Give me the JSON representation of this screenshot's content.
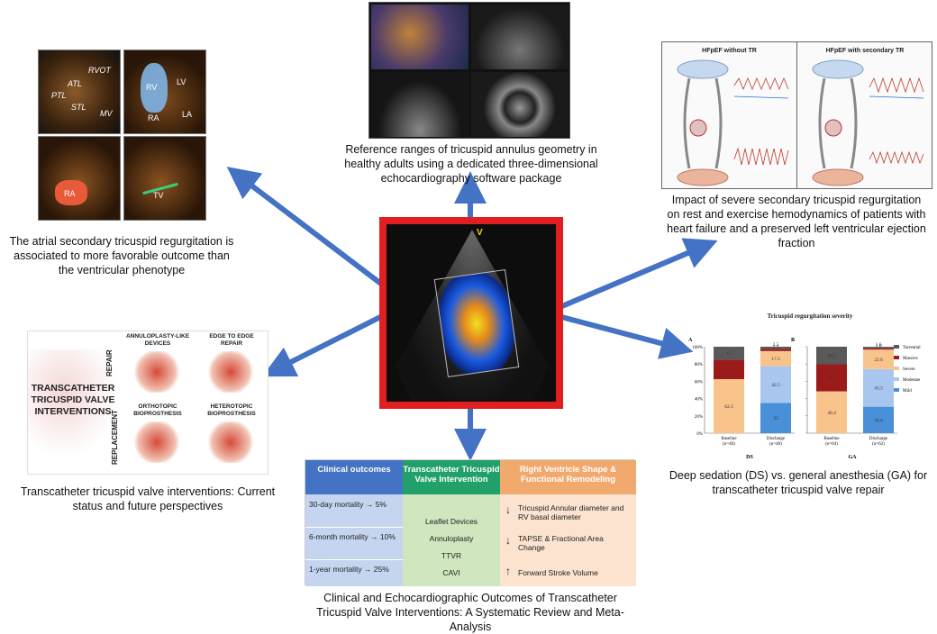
{
  "panels": {
    "top_left": {
      "caption": "The atrial secondary tricuspid regurgitation is associated to more favorable outcome than the ventricular phenotype",
      "labels": [
        "RVOT",
        "ATL",
        "PTL",
        "STL",
        "MV",
        "RV",
        "LV",
        "RA",
        "LA",
        "RA",
        "TV"
      ]
    },
    "top_center": {
      "caption": "Reference ranges of tricuspid annulus geometry in healthy adults using a dedicated three-dimensional echocardiography software package"
    },
    "top_right": {
      "title_a": "HFpEF without TR",
      "title_b": "HFpEF with secondary TR",
      "caption": "Impact of severe secondary tricuspid regurgitation on rest and exercise hemodynamics of patients with heart failure and a preserved left ventricular ejection fraction"
    },
    "bottom_left": {
      "title": "TRANSCATHETER TRICUSPID VALVE INTERVENTIONS",
      "repair": "REPAIR",
      "replacement": "REPLACEMENT",
      "annuloplasty": "ANNULOPLASTY-LIKE DEVICES",
      "edge": "EDGE TO EDGE REPAIR",
      "orthotopic": "ORTHOTOPIC BIOPROSTHESIS",
      "heterotopic": "HETEROTOPIC BIOPROSTHESIS",
      "caption": "Transcatheter tricuspid valve interventions: Current status and future perspectives"
    },
    "center": {
      "marker": "V"
    },
    "bottom_center": {
      "caption": "Clinical and Echocardiographic Outcomes of Transcatheter Tricuspid Valve Interventions: A Systematic Review and Meta-Analysis",
      "headers": [
        "Clinical outcomes",
        "Transcatheter Tricuspid Valve Intervention",
        "Right Ventricle Shape & Functional Remodeling"
      ],
      "outcomes": [
        "30-day mortality → 5%",
        "6-month mortality → 10%",
        "1-year mortality → 25%"
      ],
      "interventions": [
        "Leaflet Devices",
        "Annuloplasty",
        "TTVR",
        "CAVI"
      ],
      "remodeling": [
        {
          "arrow": "↓",
          "text": "Tricuspid Annular diameter and RV basal diameter"
        },
        {
          "arrow": "↓",
          "text": "TAPSE & Fractional Area Change"
        },
        {
          "arrow": "↑",
          "text": "Forward Stroke Volume"
        }
      ]
    },
    "bottom_right": {
      "caption": "Deep sedation (DS) vs. general anesthesia (GA) for transcatheter tricuspid valve repair"
    }
  },
  "colors": {
    "arrow": "#4472c4",
    "frame": "#e02020",
    "torrential": "#595959",
    "massive": "#9b1b1b",
    "severe": "#f8c48c",
    "moderate": "#a9c7ee",
    "mild": "#4a90d9"
  },
  "chart_data": {
    "type": "bar",
    "title": "Tricuspid regurgitation severity",
    "stacked": true,
    "ylim": [
      0,
      100
    ],
    "yticks": [
      "0%",
      "20%",
      "40%",
      "60%",
      "80%",
      "100%"
    ],
    "legend": [
      "Torrential",
      "Massive",
      "Severe",
      "Moderate",
      "Mild"
    ],
    "panels": [
      {
        "label": "A",
        "group": "DS",
        "categories": [
          "Baseline\n(n=40)",
          "Discharge\n(n=40)"
        ],
        "series": [
          {
            "name": "Mild",
            "values": [
              0,
              35
            ]
          },
          {
            "name": "Moderate",
            "values": [
              0,
              42.5
            ]
          },
          {
            "name": "Severe",
            "values": [
              62.5,
              17.5
            ]
          },
          {
            "name": "Massive",
            "values": [
              22.5,
              2.5
            ]
          },
          {
            "name": "Torrential",
            "values": [
              15,
              2.5
            ]
          }
        ],
        "segment_labels": [
          [
            "62.5",
            "",
            "15"
          ],
          [
            "35",
            "42.5",
            "17.5",
            "2.5",
            "2.5"
          ]
        ]
      },
      {
        "label": "B",
        "group": "GA",
        "categories": [
          "Baseline\n(n=64)",
          "Discharge\n(n=62)"
        ],
        "series": [
          {
            "name": "Mild",
            "values": [
              0,
              30.6
            ]
          },
          {
            "name": "Moderate",
            "values": [
              0,
              43.5
            ]
          },
          {
            "name": "Severe",
            "values": [
              48.4,
              22.6
            ]
          },
          {
            "name": "Massive",
            "values": [
              31.3,
              1.6
            ]
          },
          {
            "name": "Torrential",
            "values": [
              20.3,
              1.6
            ]
          }
        ],
        "segment_labels": [
          [
            "48.4",
            "31.3",
            "20.3"
          ],
          [
            "30.6",
            "43.5",
            "22.6",
            "1.6",
            "1.6"
          ]
        ]
      }
    ]
  }
}
